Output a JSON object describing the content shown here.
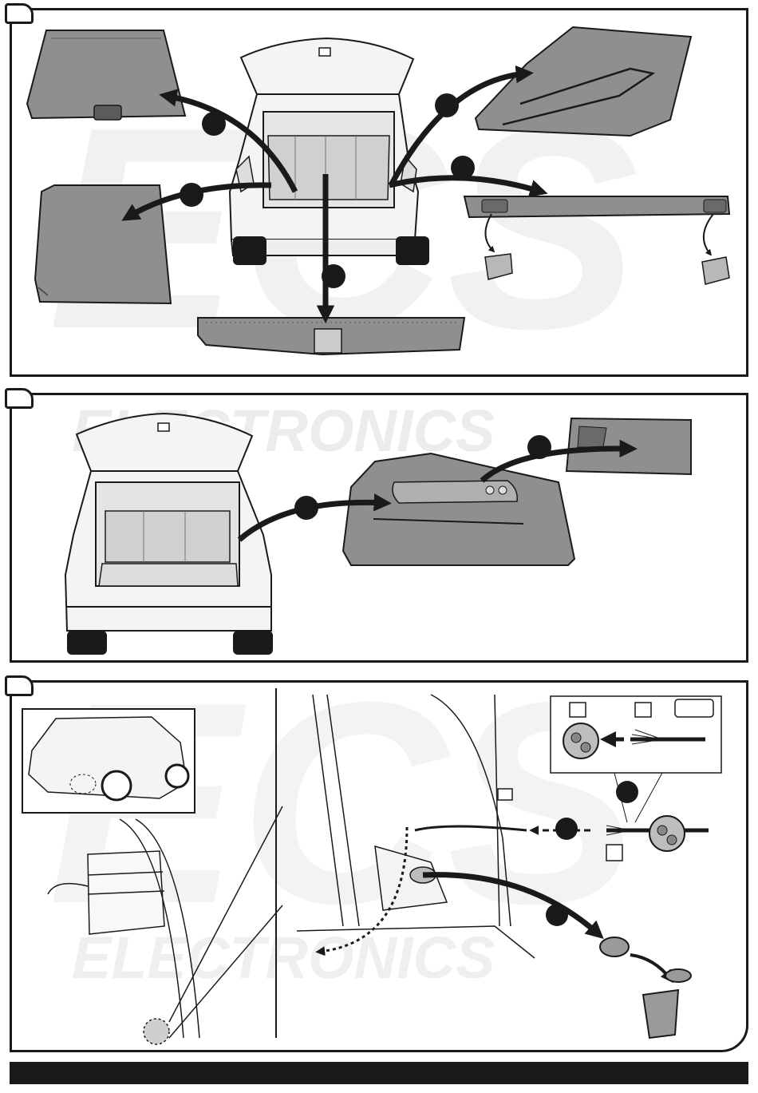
{
  "watermark": {
    "brand_text": "ECS",
    "sub_text": "ELECTRONICS"
  },
  "steps": [
    {
      "parts": [
        "floor-cover",
        "left-side-panel",
        "floor-board",
        "sill-trim",
        "cover-strip-with-hooks"
      ]
    },
    {
      "parts": [
        "quarter-trim-panel",
        "access-cover"
      ]
    },
    {
      "parts": [
        "body-grommet",
        "wiring-harness"
      ]
    }
  ],
  "colors": {
    "line": "#1a1a1a",
    "part_fill": "#8c8c8c",
    "light_fill": "#bdbdbd",
    "watermark": "#f0f0f0"
  }
}
